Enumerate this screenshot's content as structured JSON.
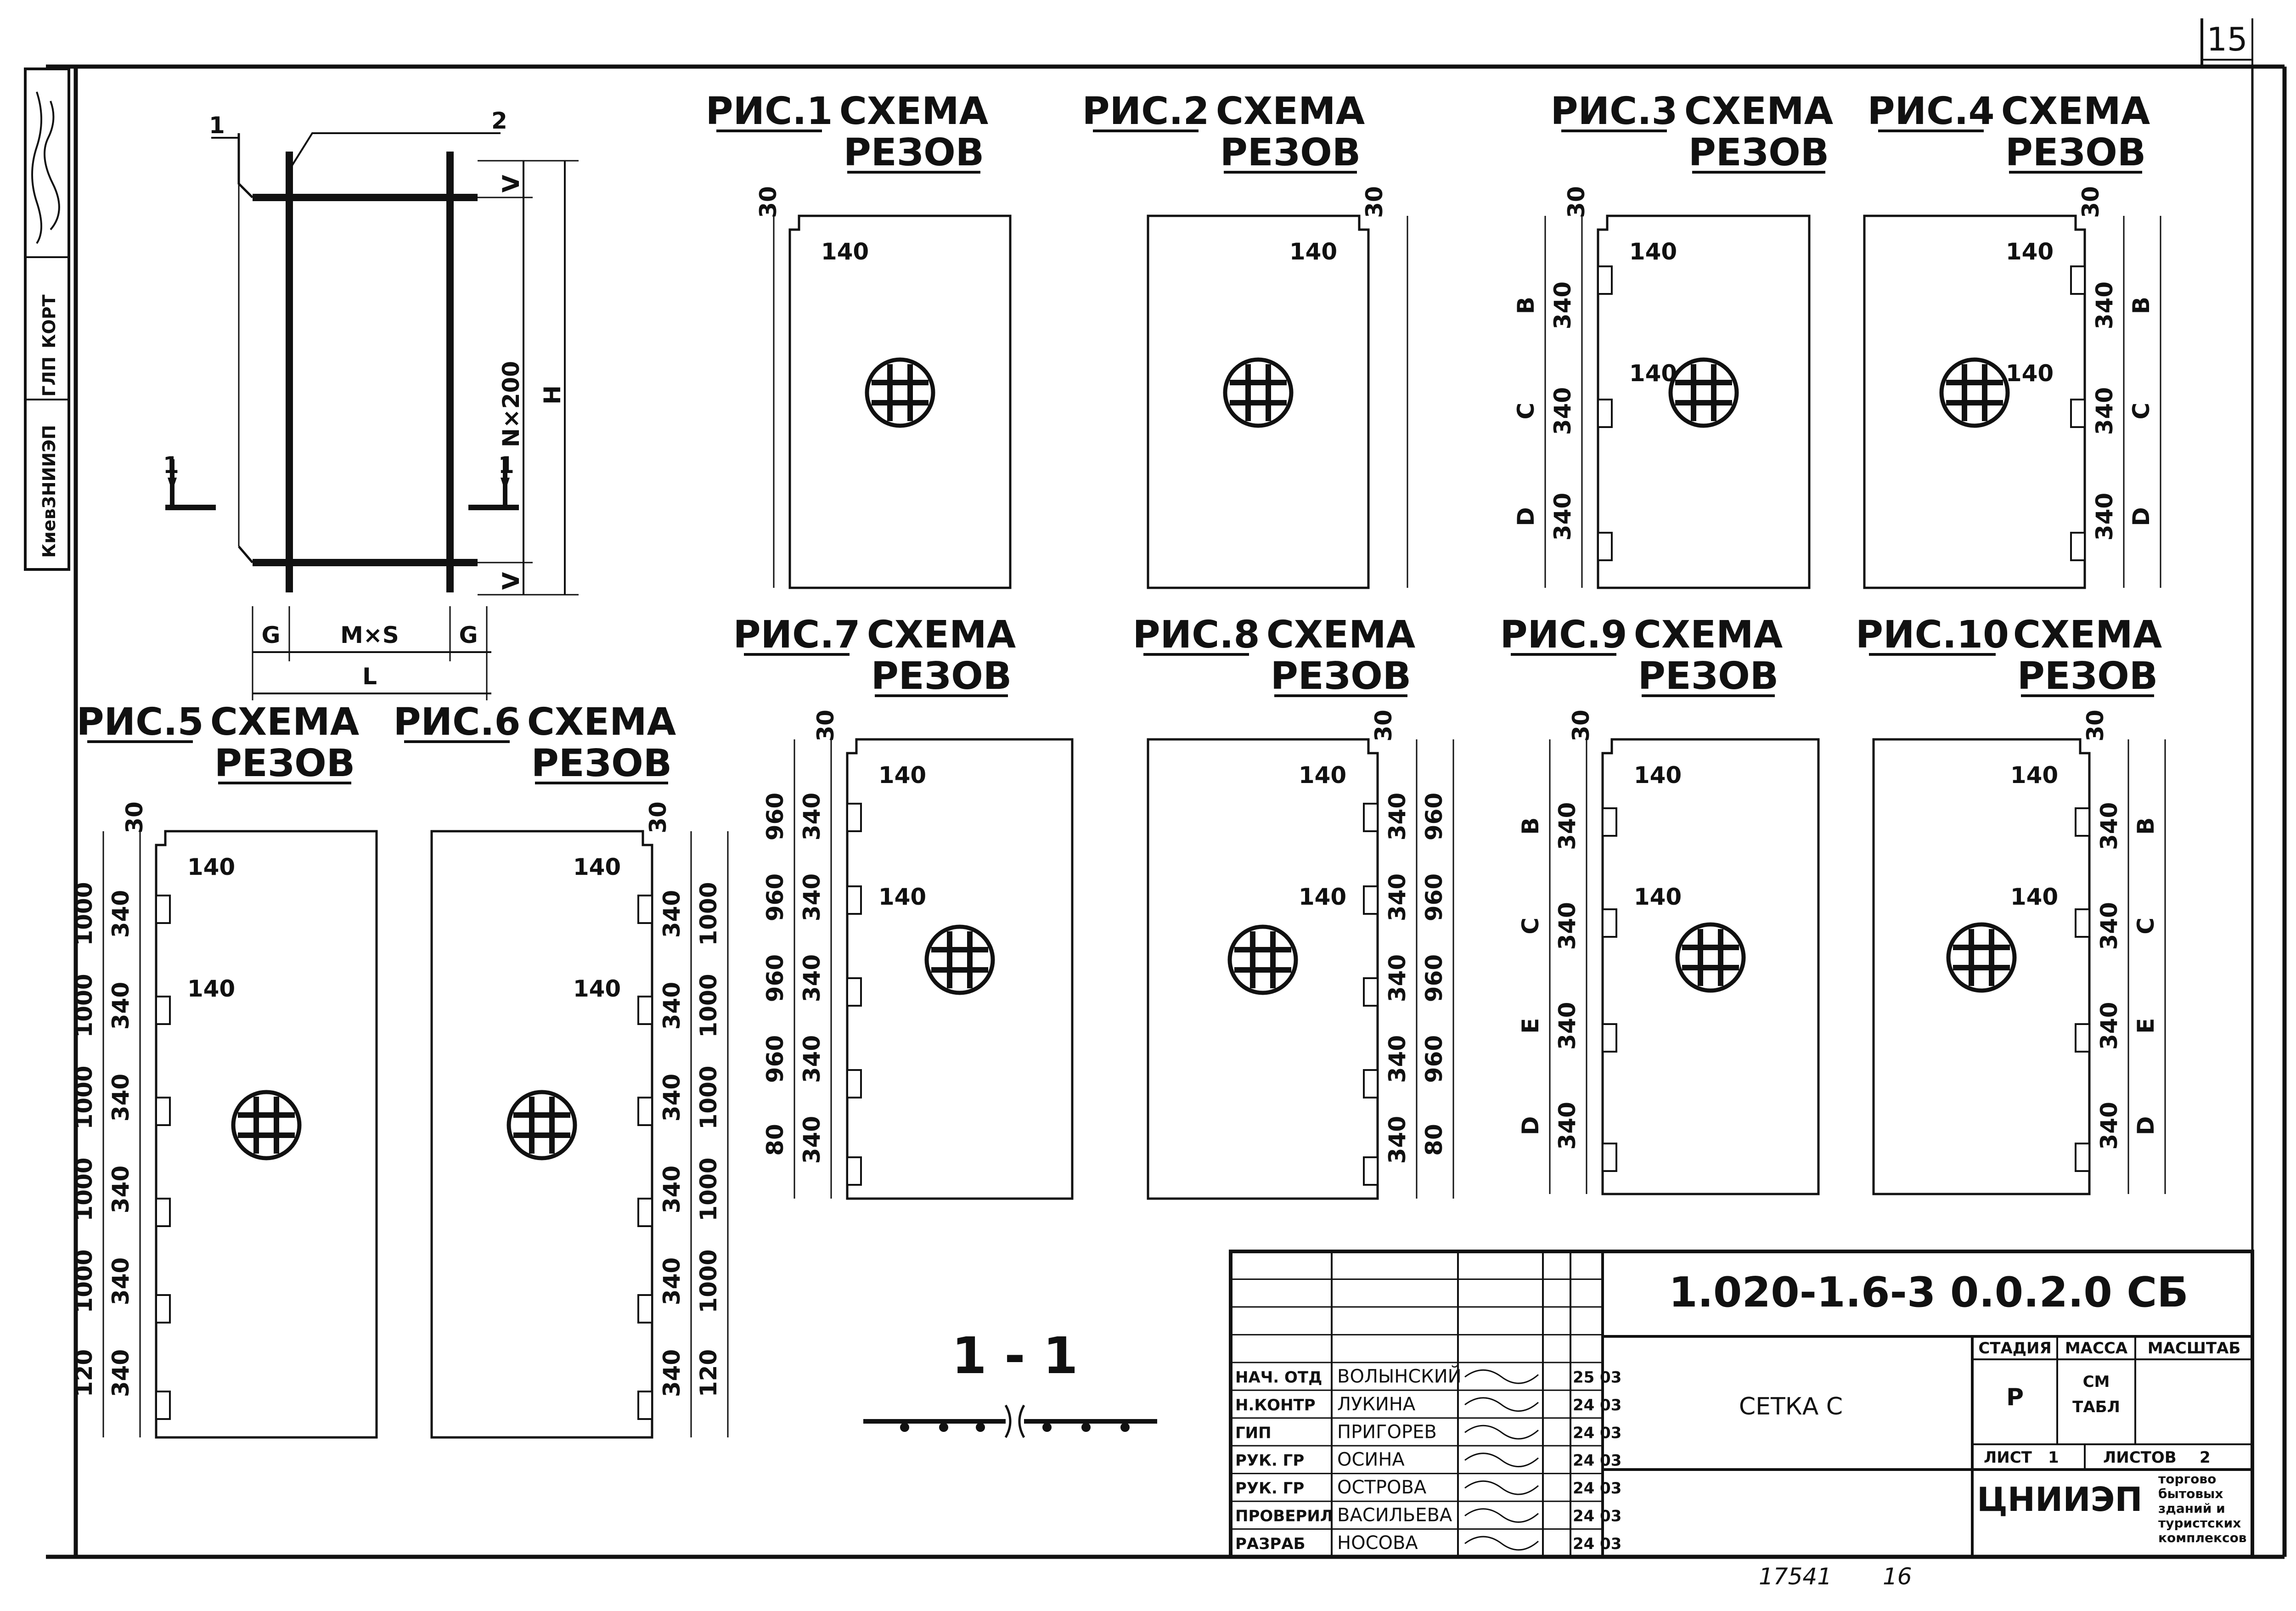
{
  "sheet_number": "15",
  "inventory_number": "17541",
  "page_number": "16",
  "left_stamp": [
    "КОРТ",
    "ГЛП",
    "КиевЗНИИЭП"
  ],
  "section_label": "1 - 1",
  "main_sketch": {
    "labels": [
      "1",
      "2",
      "V",
      "V",
      "N×200",
      "H",
      "1",
      "1",
      "G",
      "G",
      "M×S",
      "L"
    ]
  },
  "figures": [
    {
      "id": "fig1",
      "number": "РИС.1",
      "caption": [
        "СХЕМА",
        "РЕЗОВ"
      ],
      "dims": [
        "30",
        "140"
      ]
    },
    {
      "id": "fig2",
      "number": "РИС.2",
      "caption": [
        "СХЕМА",
        "РЕЗОВ"
      ],
      "dims": [
        "30",
        "140"
      ]
    },
    {
      "id": "fig3",
      "number": "РИС.3",
      "caption": [
        "СХЕМА",
        "РЕЗОВ"
      ],
      "dims": [
        "30",
        "140",
        "140",
        "340",
        "340",
        "340",
        "B",
        "C",
        "D"
      ]
    },
    {
      "id": "fig4",
      "number": "РИС.4",
      "caption": [
        "СХЕМА",
        "РЕЗОВ"
      ],
      "dims": [
        "30",
        "140",
        "140",
        "340",
        "340",
        "340",
        "B",
        "C",
        "D"
      ]
    },
    {
      "id": "fig5",
      "number": "РИС.5",
      "caption": [
        "СХЕМА",
        "РЕЗОВ"
      ],
      "dims": [
        "30",
        "140",
        "140",
        "340",
        "340",
        "340",
        "340",
        "340",
        "340",
        "1000",
        "1000",
        "1000",
        "1000",
        "1000",
        "120"
      ]
    },
    {
      "id": "fig6",
      "number": "РИС.6",
      "caption": [
        "СХЕМА",
        "РЕЗОВ"
      ],
      "dims": [
        "30",
        "140",
        "140",
        "340",
        "340",
        "340",
        "340",
        "340",
        "340",
        "1000",
        "1000",
        "1000",
        "1000",
        "1000",
        "120"
      ]
    },
    {
      "id": "fig7",
      "number": "РИС.7",
      "caption": [
        "СХЕМА",
        "РЕЗОВ"
      ],
      "dims": [
        "30",
        "140",
        "140",
        "340",
        "340",
        "340",
        "340",
        "340",
        "960",
        "960",
        "960",
        "960",
        "80"
      ]
    },
    {
      "id": "fig8",
      "number": "РИС.8",
      "caption": [
        "СХЕМА",
        "РЕЗОВ"
      ],
      "dims": [
        "30",
        "140",
        "140",
        "340",
        "340",
        "340",
        "340",
        "340",
        "960",
        "960",
        "960",
        "960",
        "80"
      ]
    },
    {
      "id": "fig9",
      "number": "РИС.9",
      "caption": [
        "СХЕМА",
        "РЕЗОВ"
      ],
      "dims": [
        "30",
        "140",
        "140",
        "340",
        "340",
        "340",
        "340",
        "B",
        "C",
        "E",
        "D"
      ]
    },
    {
      "id": "fig10",
      "number": "РИС.10",
      "caption": [
        "СХЕМА",
        "РЕЗОВ"
      ],
      "dims": [
        "30",
        "140",
        "140",
        "340",
        "340",
        "340",
        "340",
        "B",
        "C",
        "E",
        "D"
      ]
    }
  ],
  "title_block": {
    "designation": "1.020-1.6-3   0.0.2.0  СБ",
    "item_name": "СЕТКА  С",
    "stage_header": "СТАДИЯ",
    "mass_header": "МАССА",
    "scale_header": "МАСШТАБ",
    "stage": "Р",
    "mass": [
      "СМ",
      "ТАБЛ"
    ],
    "sheet_label": "ЛИСТ",
    "sheet_value": "1",
    "sheets_label": "ЛИСТОВ",
    "sheets_value": "2",
    "organization": "ЦНИИЭП",
    "organization_note": [
      "торгово",
      "бытовых",
      "зданий и",
      "туристских",
      "комплексов"
    ],
    "signatures": [
      {
        "role": "НАЧ. ОТД",
        "name": "ВОЛЫНСКИЙ",
        "date": "25 03"
      },
      {
        "role": "Н.КОНТР",
        "name": "ЛУКИНА",
        "date": "24 03"
      },
      {
        "role": "ГИП",
        "name": "ПРИГОРЕВ",
        "date": "24 03"
      },
      {
        "role": "РУК. ГР",
        "name": "ОСИНА",
        "date": "24 03"
      },
      {
        "role": "РУК. ГР",
        "name": "ОСТРОВА",
        "date": "24 03"
      },
      {
        "role": "ПРОВЕРИЛ",
        "name": "ВАСИЛЬЕВА",
        "date": "24 03"
      },
      {
        "role": "РАЗРАБ",
        "name": "НОСОВА",
        "date": "24 03"
      }
    ]
  }
}
